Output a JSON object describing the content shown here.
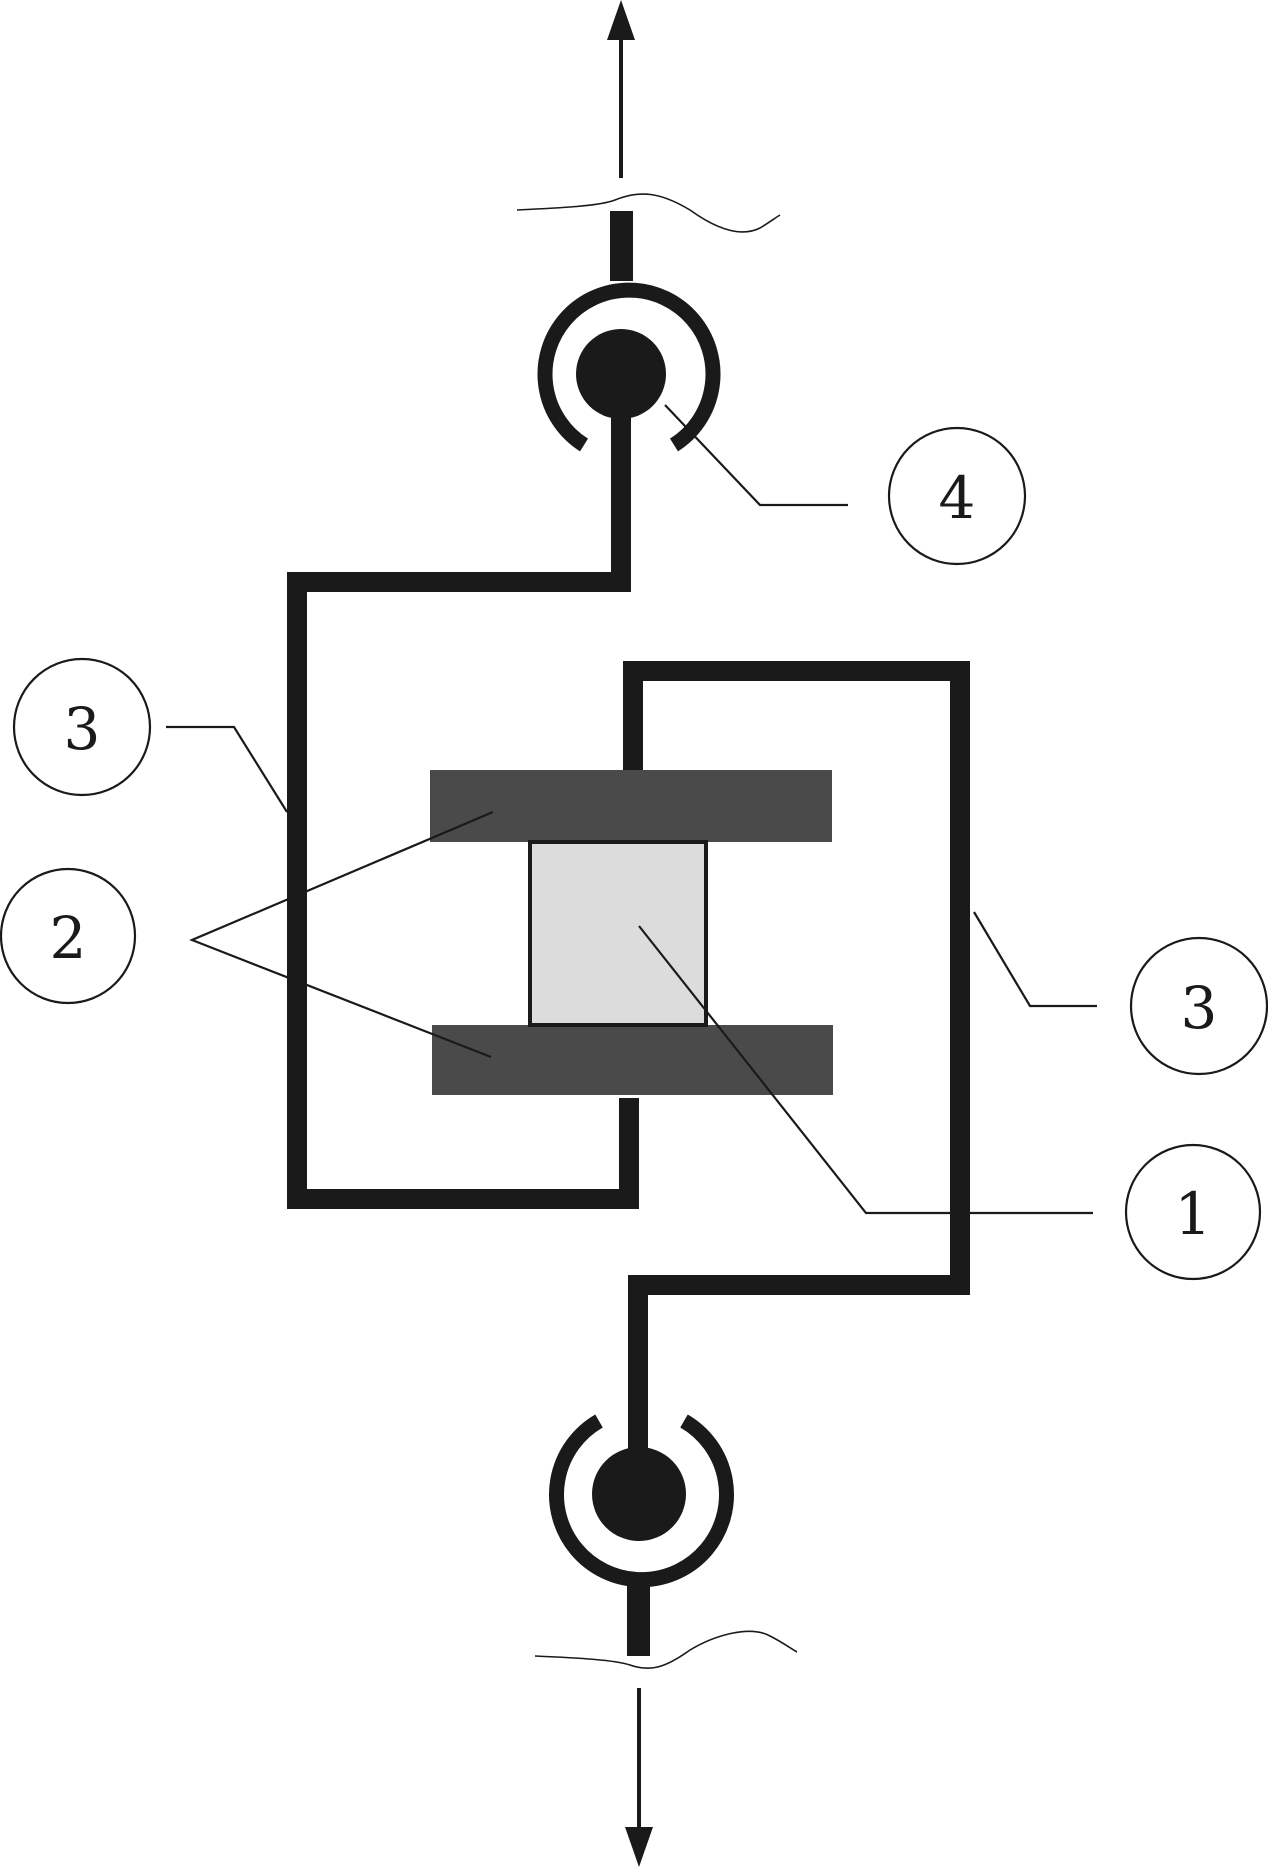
{
  "colors": {
    "frame_stroke": "#1a1a1a",
    "plate_fill": "#4a4a4a",
    "specimen_fill": "#dcdcdc",
    "specimen_stroke": "#1a1a1a",
    "leader_stroke": "#1a1a1a",
    "callout_stroke": "#1a1a1a",
    "background": "#ffffff"
  },
  "callouts": {
    "specimen": {
      "label": "1"
    },
    "plates": {
      "label": "2"
    },
    "frame_left": {
      "label": "3"
    },
    "frame_right": {
      "label": "3"
    },
    "pin_joint": {
      "label": "4"
    }
  },
  "icons": {
    "top_arrow": "arrow-up-icon",
    "bottom_arrow": "arrow-down-icon",
    "top_pin": "pin-joint-icon",
    "bottom_pin": "pin-joint-icon",
    "top_break": "break-line-icon",
    "bottom_break": "break-line-icon"
  }
}
